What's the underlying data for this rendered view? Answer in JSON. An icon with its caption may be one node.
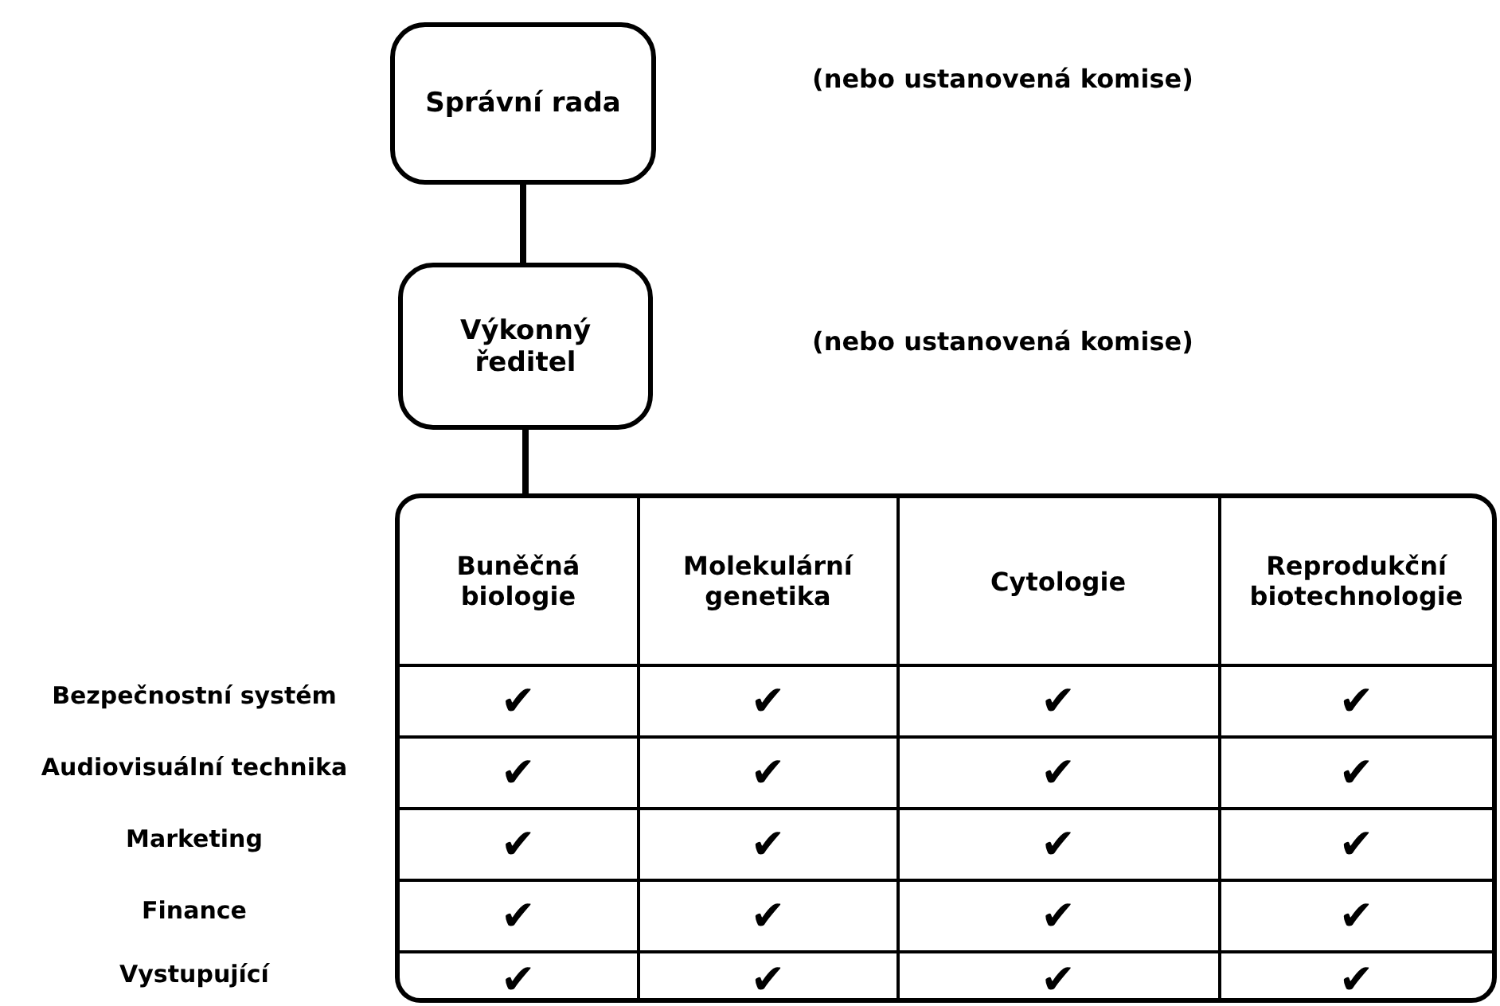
{
  "diagram": {
    "nodes": [
      {
        "text": [
          "Správní rada"
        ]
      },
      {
        "text": [
          "Výkonný ředitel"
        ]
      },
      {
        "text": [],
        "shape": "box"
      }
    ],
    "edges": [
      {
        "from": 0,
        "to": 1,
        "arrow": "none"
      },
      {
        "from": 1,
        "to": 2,
        "arrow": "none"
      }
    ],
    "labels": [
      "(nebo ustanovená komise)",
      "(nebo ustanovená komise)",
      "Buněčná biologie",
      "Molekulární genetika",
      "Cytologie",
      "Reprodukční biotechnologie",
      "Bezpečnostní systém",
      "✔",
      "✔",
      "✔",
      "✔",
      "Audiovisuální technika",
      "✔",
      "✔",
      "✔",
      "✔",
      "Marketing",
      "✔",
      "✔",
      "✔",
      "✔",
      "Finance",
      "✔",
      "✔",
      "✔",
      "✔",
      "Vystupující",
      "✔",
      "✔",
      "✔",
      "✔"
    ]
  }
}
